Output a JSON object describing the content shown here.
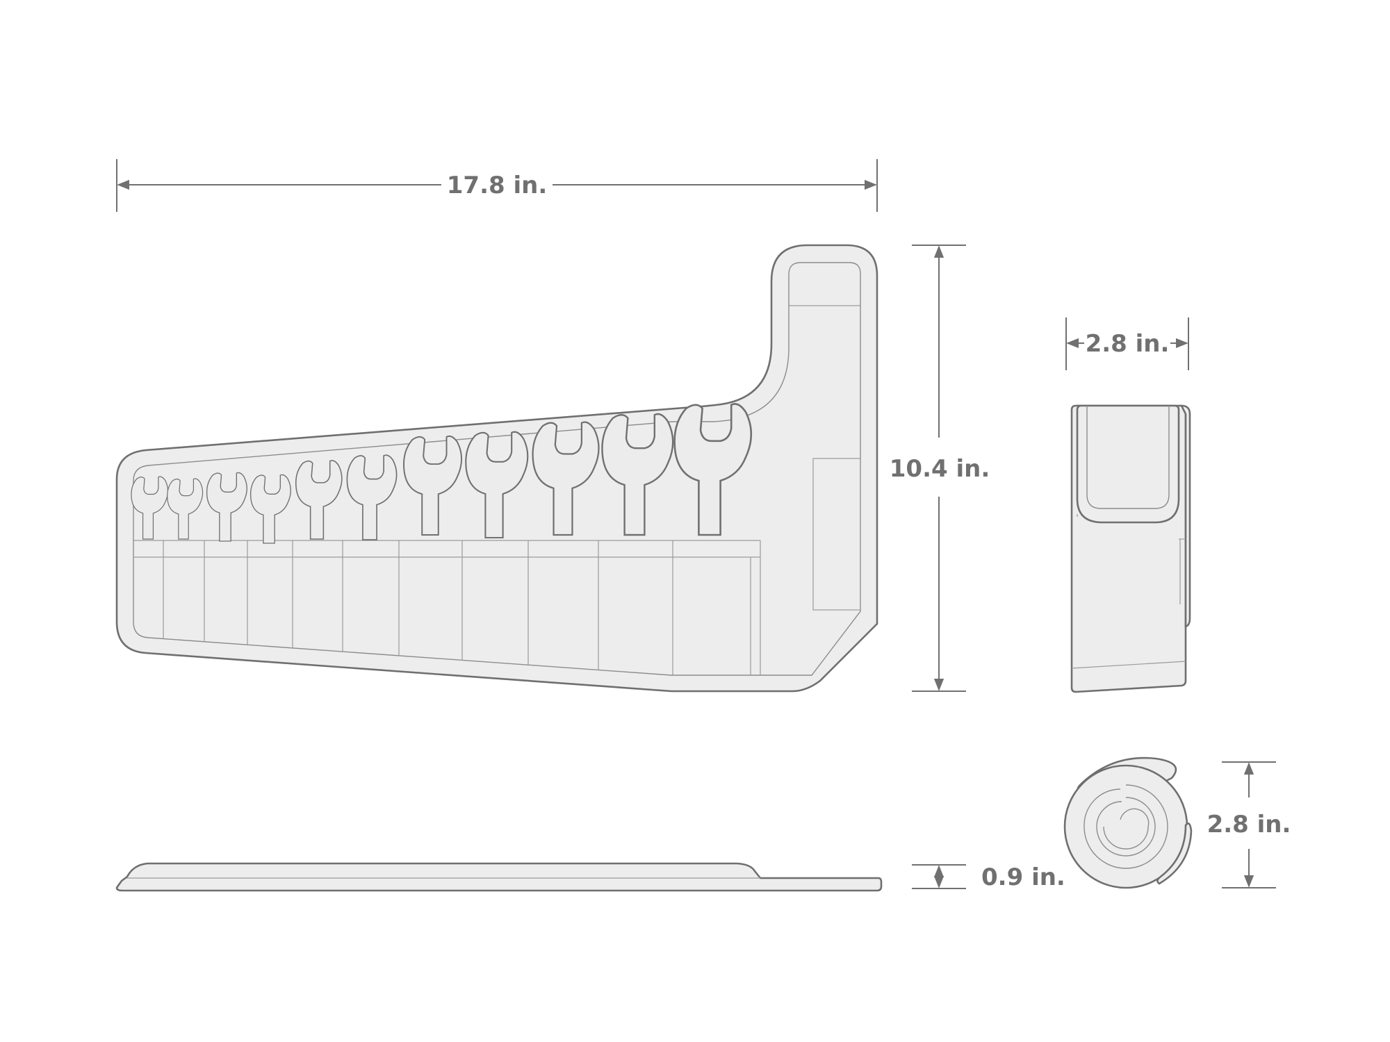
{
  "dimensions": {
    "width": "17.8 in.",
    "height": "10.4 in.",
    "side_width": "2.8 in.",
    "thickness": "0.9 in.",
    "rolled_diameter": "2.8 in."
  },
  "wrench_count": 11,
  "colors": {
    "outline": "#6f6f6f",
    "fill": "#ededed",
    "dimension": "#707070"
  }
}
